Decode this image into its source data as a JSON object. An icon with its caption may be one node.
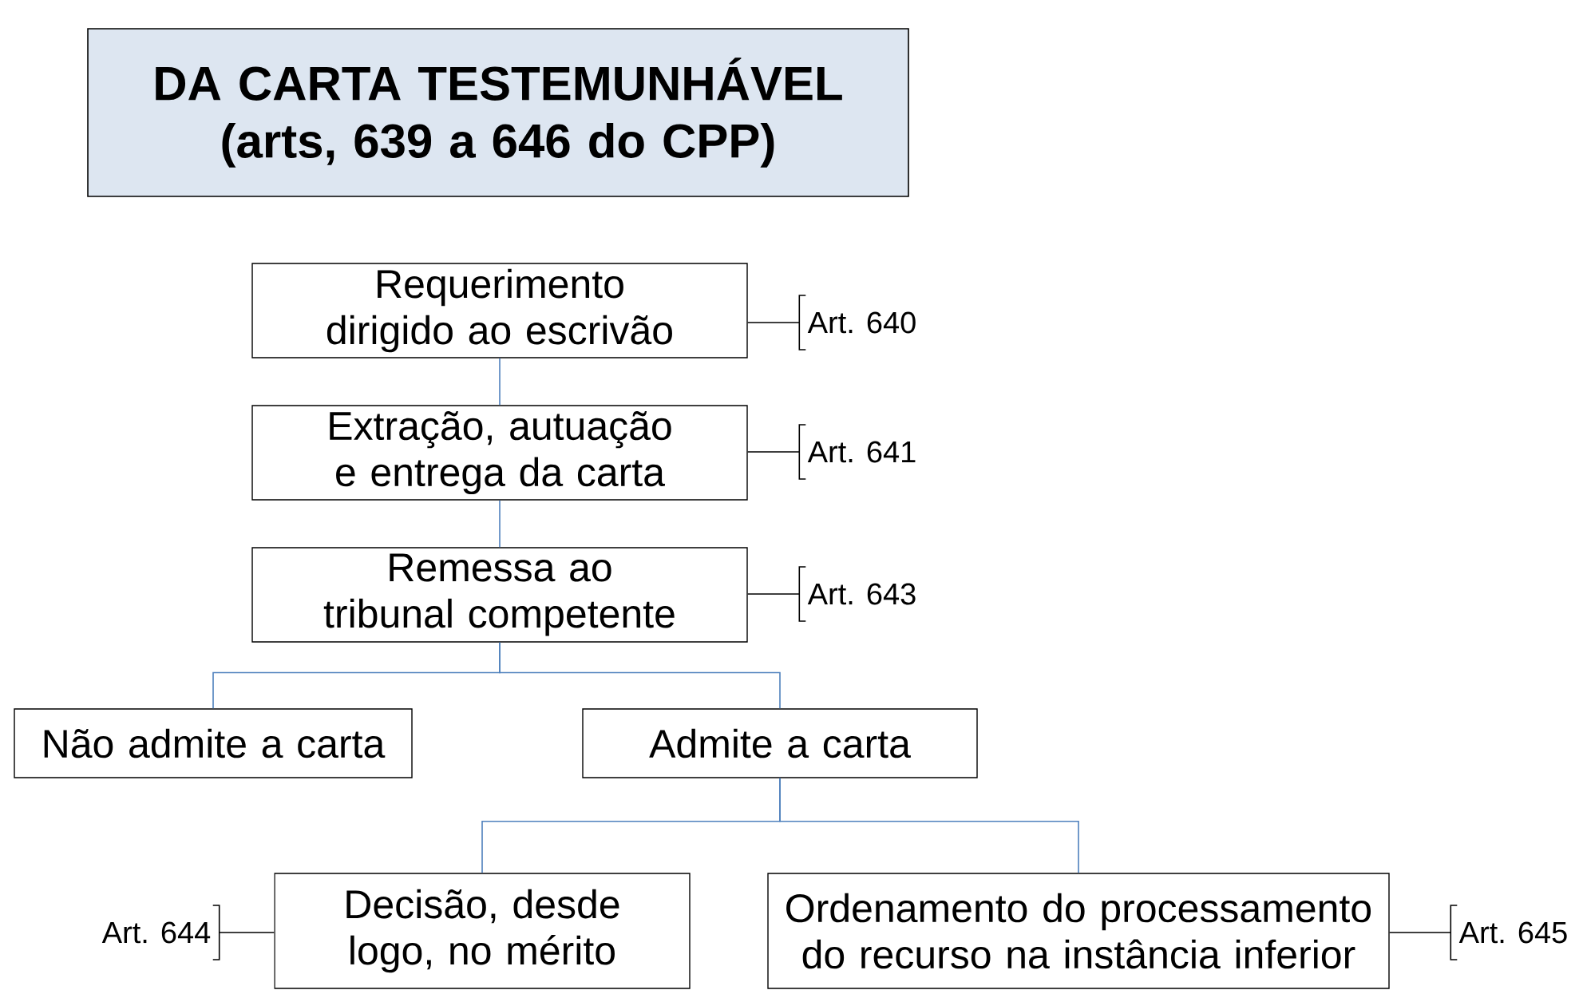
{
  "diagram": {
    "title": "DA CARTA TESTEMUNHÁVEL (arts, 639 a 646 do CPP)",
    "nodes": [
      {
        "text": [
          "Requerimento dirigido ao escrivão"
        ]
      },
      {
        "text": [
          "Extração, autuação e entrega da carta"
        ]
      },
      {
        "text": [
          "Remessa ao tribunal competente"
        ]
      },
      {
        "text": [
          "Não admite a carta"
        ]
      },
      {
        "text": [
          "Admite a carta"
        ]
      },
      {
        "text": [
          "Decisão, desde logo, no mérito"
        ]
      },
      {
        "text": [
          "Ordenamento do processamento do recurso na instância inferior"
        ]
      },
      {
        "text": [
          "Art. 640"
        ]
      },
      {
        "text": [
          "Art. 641"
        ]
      },
      {
        "text": [
          "Art. 643"
        ]
      },
      {
        "text": [
          "Art. 644"
        ]
      },
      {
        "text": [
          "Art. 645"
        ]
      }
    ],
    "edges": [
      {
        "from": 0,
        "to": 1,
        "arrow": "none"
      },
      {
        "from": 1,
        "to": 2,
        "arrow": "none"
      },
      {
        "from": 2,
        "to": 3,
        "arrow": "none"
      },
      {
        "from": 2,
        "to": 4,
        "arrow": "none"
      },
      {
        "from": 4,
        "to": 5,
        "arrow": "none"
      },
      {
        "from": 4,
        "to": 6,
        "arrow": "none"
      },
      {
        "from": 0,
        "to": 7,
        "arrow": "none",
        "color": "#000000"
      },
      {
        "from": 1,
        "to": 8,
        "arrow": "none",
        "color": "#000000"
      },
      {
        "from": 2,
        "to": 9,
        "arrow": "none",
        "color": "#000000"
      },
      {
        "from": 5,
        "to": 10,
        "arrow": "none",
        "color": "#000000"
      },
      {
        "from": 6,
        "to": 11,
        "arrow": "none",
        "color": "#000000"
      }
    ]
  }
}
